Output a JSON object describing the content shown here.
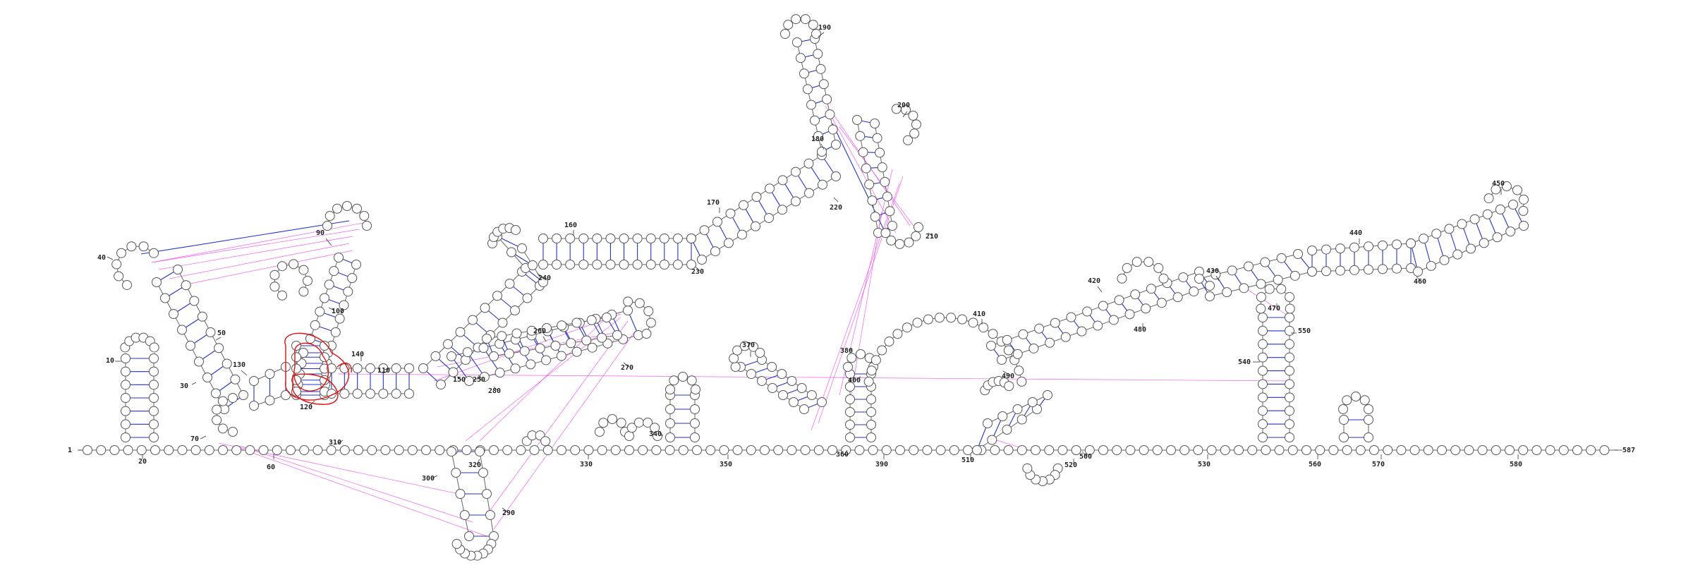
{
  "chart_data": {
    "type": "diagram",
    "sequence_length": 587,
    "position_labels": [
      "1",
      "10",
      "20",
      "30",
      "40",
      "50",
      "60",
      "70",
      "90",
      "100",
      "110",
      "120",
      "130",
      "140",
      "150",
      "160",
      "170",
      "180",
      "190",
      "200",
      "210",
      "220",
      "230",
      "240",
      "250",
      "260",
      "270",
      "280",
      "290",
      "300",
      "310",
      "320",
      "330",
      "340",
      "350",
      "360",
      "370",
      "380",
      "390",
      "400",
      "410",
      "420",
      "430",
      "440",
      "450",
      "460",
      "470",
      "480",
      "490",
      "500",
      "510",
      "520",
      "530",
      "540",
      "550",
      "560",
      "570",
      "580",
      "587"
    ]
  },
  "colors": {
    "backbone": "#666666",
    "canonical_pair": "#2233cc",
    "tertiary_interaction": "#ee44ee",
    "highlight": "#dd1111"
  }
}
